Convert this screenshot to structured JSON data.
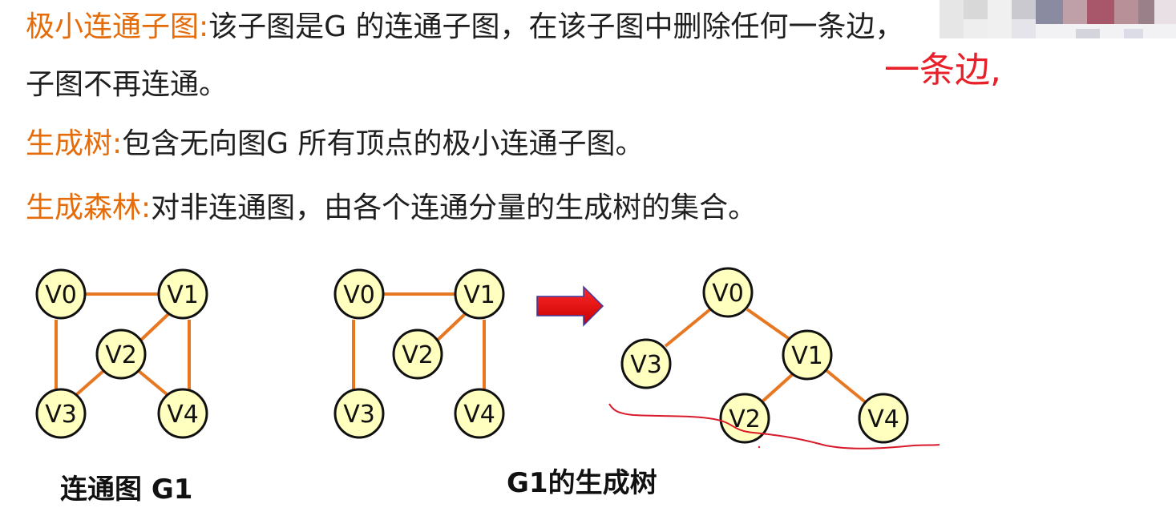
{
  "definitions": [
    {
      "term": "极小连通子图",
      "sep": ":",
      "text": "该子图是G 的连通子图，在该子图中删除任何一条边，"
    },
    {
      "term": "",
      "sep": "",
      "text": "子图不再连通。"
    },
    {
      "term": "生成树",
      "sep": ":",
      "text": "包含无向图G 所有顶点的极小连通子图。"
    },
    {
      "term": "生成森林",
      "sep": ":",
      "text": "对非连通图，由各个连通分量的生成树的集合。"
    }
  ],
  "annotation": "一条边,",
  "vertices": [
    "V0",
    "V1",
    "V2",
    "V3",
    "V4"
  ],
  "captions": {
    "graph1": "连通图 G1",
    "graph2": "G1的生成树"
  },
  "colors": {
    "term": "#e46c0a",
    "edge": "#e87722",
    "vertex_fill": "#ffffc0",
    "arrow": "#e8000c",
    "annotation": "#e8202a"
  }
}
